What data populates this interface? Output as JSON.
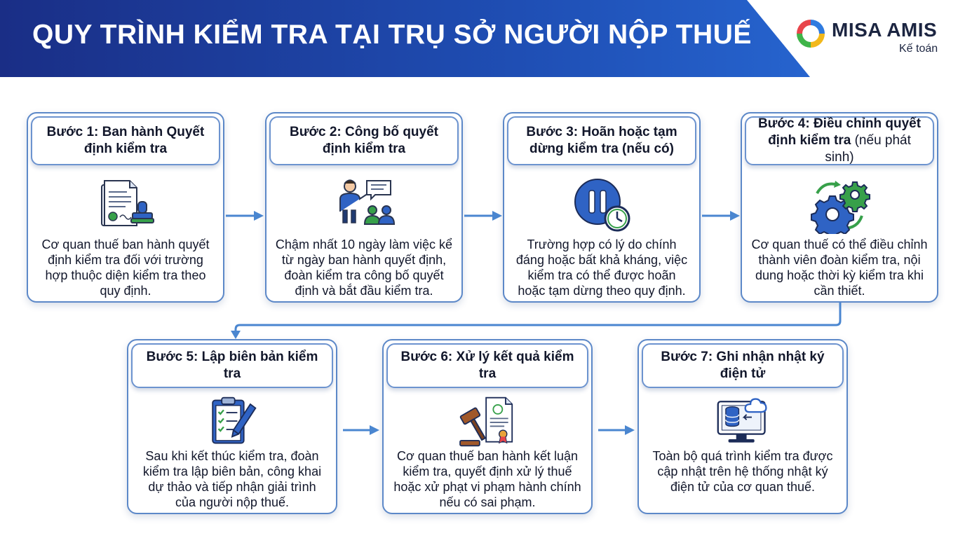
{
  "header": {
    "title": "QUY TRÌNH KIỂM TRA TẠI TRỤ SỞ NGƯỜI NỘP THUẾ",
    "logo_name": "MISA AMIS",
    "logo_sub": "Kế toán"
  },
  "colors": {
    "header_dark": "#1a2e86",
    "header_light": "#2a6fdc",
    "card_border": "#5c88c8",
    "arrow": "#4a86d0",
    "icon_blue": "#2f63c4",
    "icon_green": "#37a04a"
  },
  "steps": [
    {
      "title": "Bước 1: Ban hành Quyết định kiểm tra",
      "title_suffix": "",
      "icon": "document-stamp-icon",
      "text": "Cơ quan thuế ban hành quyết định kiểm tra đối với trường hợp thuộc diện kiểm tra theo quy định."
    },
    {
      "title": "Bước 2: Công bố quyết định kiểm tra",
      "title_suffix": "",
      "icon": "presenter-icon",
      "text": "Chậm nhất 10 ngày làm việc kể từ ngày ban hành quyết định, đoàn kiểm tra công bố quyết định và bắt đầu kiểm tra."
    },
    {
      "title": "Bước 3: Hoãn hoặc tạm dừng kiểm tra (nếu có)",
      "title_suffix": "",
      "icon": "pause-clock-icon",
      "text": "Trường hợp có lý do chính đáng hoặc bất khả kháng, việc kiểm tra có thể được hoãn hoặc tạm dừng theo quy định."
    },
    {
      "title": "Bước 4: Điều chỉnh quyết định kiểm tra",
      "title_suffix": " (nếu phát sinh)",
      "icon": "gears-icon",
      "text": "Cơ quan thuế có thể điều chỉnh thành viên đoàn kiểm tra, nội dung hoặc thời kỳ kiểm tra khi cần thiết."
    },
    {
      "title": "Bước 5: Lập biên bản kiểm tra",
      "title_suffix": "",
      "icon": "clipboard-checklist-icon",
      "text": "Sau khi kết thúc kiểm tra, đoàn kiểm tra lập biên bản, công khai dự thảo và tiếp nhận giải trình của người nộp thuế."
    },
    {
      "title": "Bước 6: Xử lý kết quả kiểm tra",
      "title_suffix": "",
      "icon": "gavel-certificate-icon",
      "text": "Cơ quan thuế ban hành kết luận kiểm tra, quyết định xử lý thuế hoặc xử phạt vi phạm hành chính nếu có sai phạm."
    },
    {
      "title": "Bước 7: Ghi nhận nhật ký điện tử",
      "title_suffix": "",
      "icon": "database-cloud-icon",
      "text": "Toàn bộ quá trình kiểm tra được cập nhật trên hệ thống nhật ký điện tử của cơ quan thuế."
    }
  ]
}
